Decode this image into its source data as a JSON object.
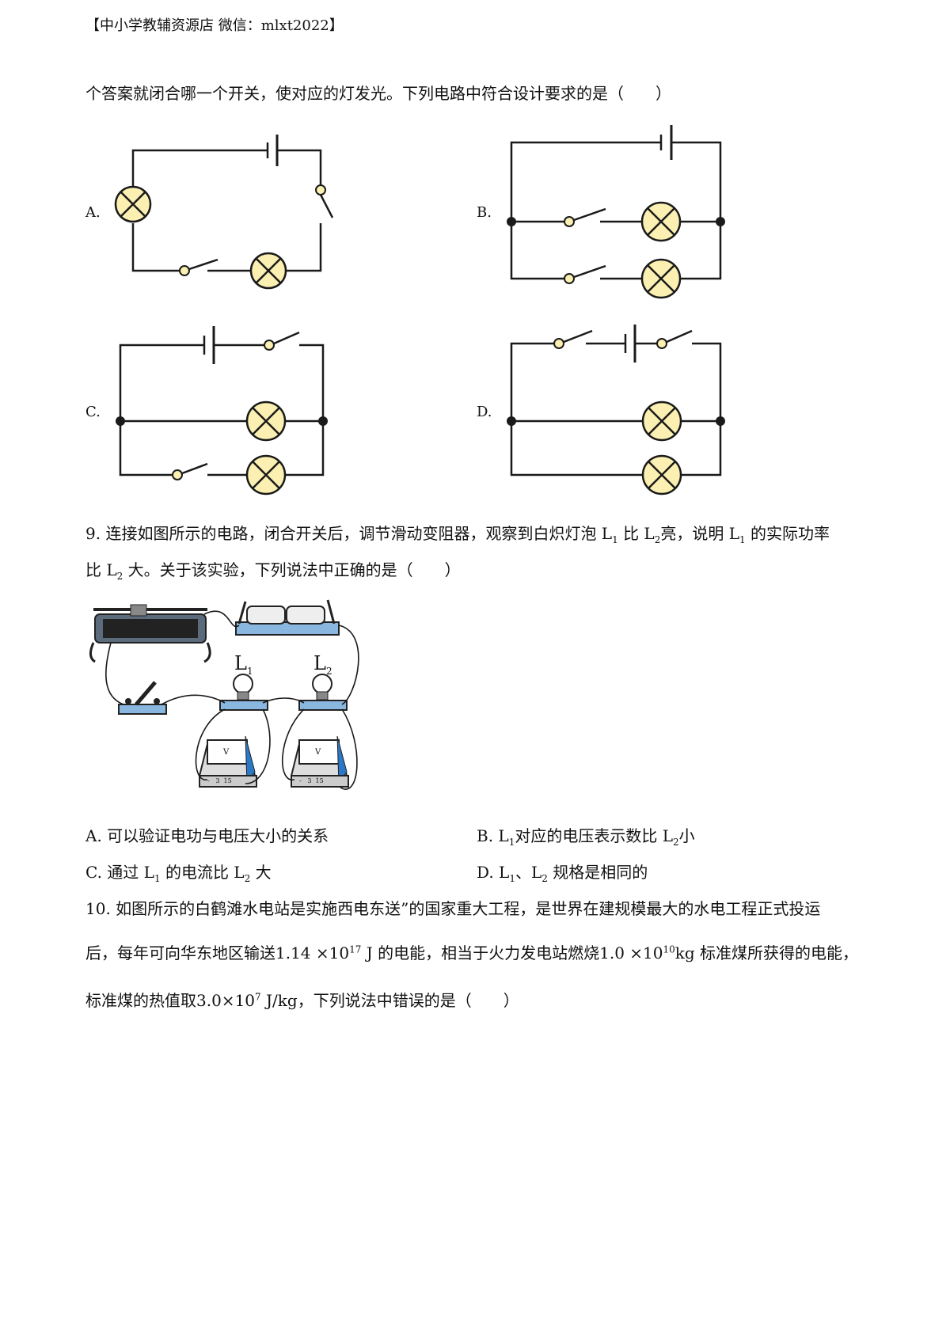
{
  "header": "【中小学教辅资源店  微信：mlxt2022】",
  "q8": {
    "stem_tail": "个答案就闭合哪一个开关，使对应的灯发光。下列电路中符合设计要求的是（　　）",
    "option_labels": [
      "A.",
      "B.",
      "C.",
      "D."
    ]
  },
  "q9": {
    "line1_a": "9. 连接如图所示的电路，闭合开关后，调节滑动变阻器，观察到白炽灯泡 L",
    "line1_b": "比 L",
    "line1_c": "亮，说明 L",
    "line1_d": "的实际功率",
    "line2_a": "比 L",
    "line2_b": "大。关于该实验，下列说法中正确的是（　　）",
    "sub1": "1",
    "sub2": "2",
    "fig_label_L1": "L",
    "fig_label_L2": "L",
    "meter_letter": "V",
    "meter_scale_a": "3",
    "meter_scale_b": "15",
    "meter_minus": "-",
    "optA": "A.  可以验证电功与电压大小的关系",
    "optB_a": "B. L",
    "optB_b": "对应的电压表示数比 L",
    "optB_c": "小",
    "optC_a": "C.  通过 L",
    "optC_b": "的电流比 L",
    "optC_c": "大",
    "optD_a": "D. L",
    "optD_b": "、L",
    "optD_c": "规格是相同的"
  },
  "q10": {
    "line1": "10. 如图所示的白鹤滩水电站是实施西电东送”的国家重大工程，是世界在建规模最大的水电工程正式投运",
    "line2_a": "后，每年可向华东地区输送",
    "line2_num1": "1.14 ×10",
    "line2_exp1": "17",
    "line2_b": "J 的电能，相当于火力发电站燃烧",
    "line2_num2": "1.0 ×10",
    "line2_exp2": "10",
    "line2_c": "kg 标准煤所获得的电能，",
    "line3_a": "标准煤的热值取",
    "line3_num": "3.0×10",
    "line3_exp": "7",
    "line3_b": "J/kg，下列说法中错误的是（　　）"
  }
}
